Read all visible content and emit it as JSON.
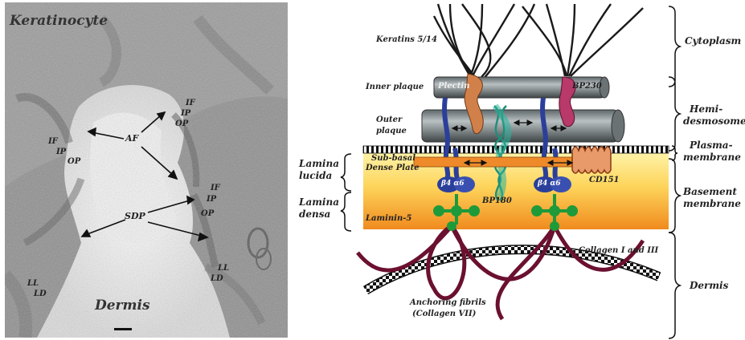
{
  "micrograph": {
    "title_top": "Keratinocyte",
    "title_bottom": "Dermis",
    "labels": {
      "af": "AF",
      "sdp": "SDP",
      "if_left": "IF",
      "ip_left": "IP",
      "op_left": "OP",
      "if_top": "IF",
      "ip_top": "IP",
      "op_top": "OP",
      "if_mid": "IF",
      "ip_mid": "IP",
      "op_mid": "OP",
      "ll_right": "LL",
      "ld_right": "LD",
      "ll_left": "LL",
      "ld_left": "LD"
    }
  },
  "schematic": {
    "keratins": "Keratins 5/14",
    "inner_plaque": "Inner plaque",
    "plectin": "Plectin",
    "bp230": "BP230",
    "outer_plaque": [
      "Outer",
      "plaque"
    ],
    "lamina_lucida": [
      "Lamina",
      "lucida"
    ],
    "lamina_densa": [
      "Lamina",
      "densa"
    ],
    "sub_basal": [
      "Sub-basal",
      "Dense Plate"
    ],
    "b4a6_left": "β4 α6",
    "b4a6_right": "β4 α6",
    "bp180": "BP180",
    "cd151": "CD151",
    "laminin5": "Laminin-5",
    "collagen_13": "Collagen I and III",
    "anchoring": [
      "Anchoring fibrils",
      "(Collagen VII)"
    ]
  },
  "brackets": {
    "cytoplasm": "Cytoplasm",
    "hemidesmosome": [
      "Hemi-",
      "desmosome"
    ],
    "plasma_membrane": [
      "Plasma-",
      "membrane"
    ],
    "basement_membrane": [
      "Basement",
      "membrane"
    ],
    "dermis": "Dermis"
  },
  "colors": {
    "plectin": "#d2804a",
    "bp230": "#b8396a",
    "integrin": "#2b3f9a",
    "bp180": "#2ab39a",
    "laminin": "#1f9a3a",
    "collagen7": "#6b1030",
    "cd151": "#c2642e"
  }
}
